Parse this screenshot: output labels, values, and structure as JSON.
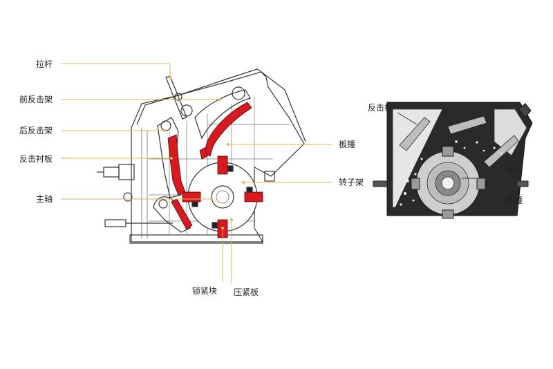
{
  "left_labels": {
    "tie_rod": "拉杆",
    "front_impact_frame": "前反击架",
    "rear_impact_frame": "后反击架",
    "impact_liner": "反击衬板",
    "main_shaft": "主轴",
    "blow_bar": "板锤",
    "rotor_frame": "转子架",
    "lock_block": "锁紧块",
    "press_plate": "压紧板"
  },
  "right_labels": {
    "impact_plate": "反击板",
    "rotor": "转子",
    "blow_bar": "板锤"
  },
  "colors": {
    "highlight": "#d71920",
    "leader": "#e2b55a",
    "outline": "#333333"
  }
}
